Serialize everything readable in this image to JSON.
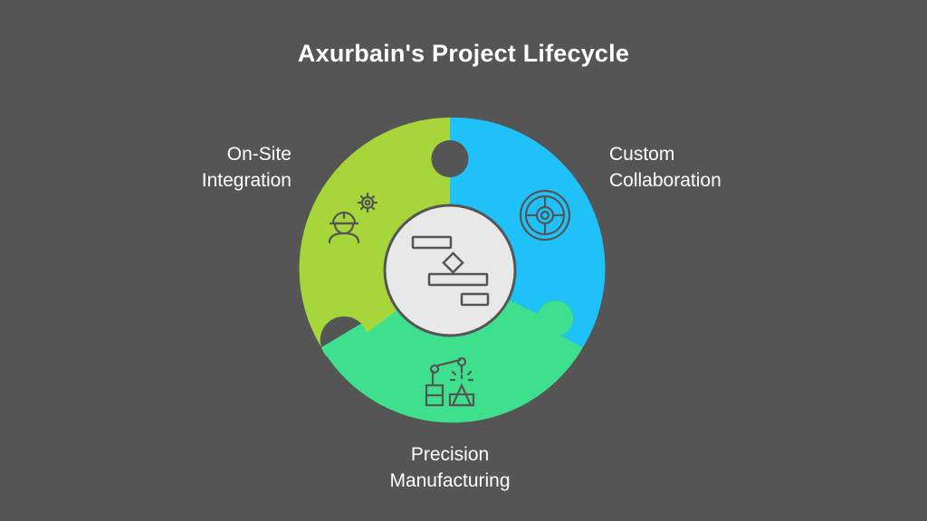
{
  "title": "Axurbain's Project Lifecycle",
  "segments": [
    {
      "id": "on-site-integration",
      "label": "On-Site\nIntegration",
      "color": "#a6d63a",
      "icon": "worker-gear-icon"
    },
    {
      "id": "custom-collaboration",
      "label": "Custom\nCollaboration",
      "color": "#1fc2f8",
      "icon": "steering-wheel-icon"
    },
    {
      "id": "precision-manufacturing",
      "label": "Precision\nManufacturing",
      "color": "#3ee08e",
      "icon": "robot-arm-icon"
    }
  ],
  "center": {
    "icon": "gantt-chart-icon",
    "color": "#e8e8e8"
  }
}
